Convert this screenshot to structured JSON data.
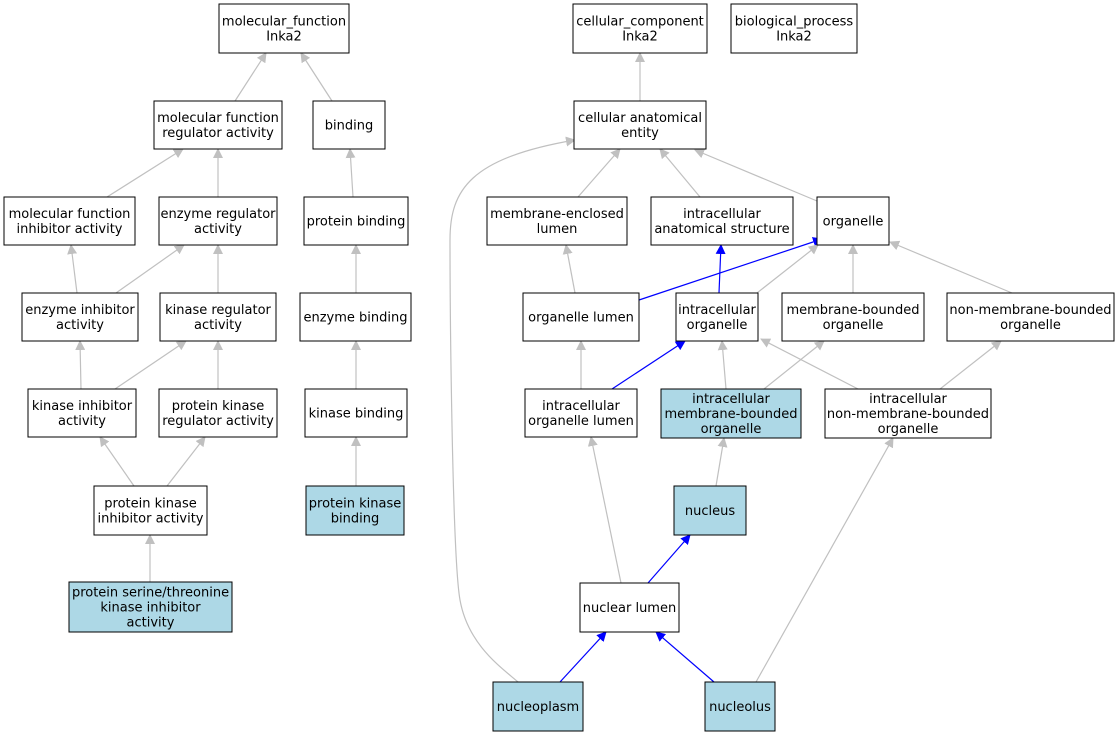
{
  "colors": {
    "highlight_fill": "#add8e6",
    "default_fill": "#ffffff",
    "edge_default": "#c0c0c0",
    "edge_highlight": "#0000ff"
  },
  "nodes": [
    {
      "id": "mf_root",
      "lines": [
        "molecular_function",
        "Inka2"
      ],
      "highlight": false
    },
    {
      "id": "cc_root",
      "lines": [
        "cellular_component",
        "Inka2"
      ],
      "highlight": false
    },
    {
      "id": "bp_root",
      "lines": [
        "biological_process",
        "Inka2"
      ],
      "highlight": false
    },
    {
      "id": "mf_reg",
      "lines": [
        "molecular function",
        "regulator activity"
      ],
      "highlight": false
    },
    {
      "id": "binding",
      "lines": [
        "binding"
      ],
      "highlight": false
    },
    {
      "id": "cae",
      "lines": [
        "cellular anatomical",
        "entity"
      ],
      "highlight": false
    },
    {
      "id": "mf_inhib",
      "lines": [
        "molecular function",
        "inhibitor activity"
      ],
      "highlight": false
    },
    {
      "id": "enz_reg",
      "lines": [
        "enzyme regulator",
        "activity"
      ],
      "highlight": false
    },
    {
      "id": "prot_bind",
      "lines": [
        "protein binding"
      ],
      "highlight": false
    },
    {
      "id": "mem_lumen",
      "lines": [
        "membrane-enclosed",
        "lumen"
      ],
      "highlight": false
    },
    {
      "id": "ic_anat",
      "lines": [
        "intracellular",
        "anatomical structure"
      ],
      "highlight": false
    },
    {
      "id": "organelle",
      "lines": [
        "organelle"
      ],
      "highlight": false
    },
    {
      "id": "enz_inhib",
      "lines": [
        "enzyme inhibitor",
        "activity"
      ],
      "highlight": false
    },
    {
      "id": "kin_reg",
      "lines": [
        "kinase regulator",
        "activity"
      ],
      "highlight": false
    },
    {
      "id": "enz_bind",
      "lines": [
        "enzyme binding"
      ],
      "highlight": false
    },
    {
      "id": "org_lumen",
      "lines": [
        "organelle lumen"
      ],
      "highlight": false
    },
    {
      "id": "ic_org",
      "lines": [
        "intracellular",
        "organelle"
      ],
      "highlight": false
    },
    {
      "id": "mb_org",
      "lines": [
        "membrane-bounded",
        "organelle"
      ],
      "highlight": false
    },
    {
      "id": "nmb_org",
      "lines": [
        "non-membrane-bounded",
        "organelle"
      ],
      "highlight": false
    },
    {
      "id": "kin_inhib",
      "lines": [
        "kinase inhibitor",
        "activity"
      ],
      "highlight": false
    },
    {
      "id": "pk_reg",
      "lines": [
        "protein kinase",
        "regulator activity"
      ],
      "highlight": false
    },
    {
      "id": "kin_bind",
      "lines": [
        "kinase binding"
      ],
      "highlight": false
    },
    {
      "id": "ic_org_lumen",
      "lines": [
        "intracellular",
        "organelle lumen"
      ],
      "highlight": false
    },
    {
      "id": "ic_mb_org",
      "lines": [
        "intracellular",
        "membrane-bounded",
        "organelle"
      ],
      "highlight": true
    },
    {
      "id": "ic_nmb_org",
      "lines": [
        "intracellular",
        "non-membrane-bounded",
        "organelle"
      ],
      "highlight": false
    },
    {
      "id": "pk_inhib",
      "lines": [
        "protein kinase",
        "inhibitor activity"
      ],
      "highlight": false
    },
    {
      "id": "pk_bind",
      "lines": [
        "protein kinase",
        "binding"
      ],
      "highlight": true
    },
    {
      "id": "nucleus",
      "lines": [
        "nucleus"
      ],
      "highlight": true
    },
    {
      "id": "st_pk_inhib",
      "lines": [
        "protein serine/threonine",
        "kinase inhibitor",
        "activity"
      ],
      "highlight": true
    },
    {
      "id": "nuc_lumen",
      "lines": [
        "nuclear lumen"
      ],
      "highlight": false
    },
    {
      "id": "nucleoplasm",
      "lines": [
        "nucleoplasm"
      ],
      "highlight": true
    },
    {
      "id": "nucleolus",
      "lines": [
        "nucleolus"
      ],
      "highlight": true
    }
  ],
  "edges": [
    {
      "from": "mf_reg",
      "to": "mf_root",
      "highlight": false
    },
    {
      "from": "binding",
      "to": "mf_root",
      "highlight": false
    },
    {
      "from": "mf_inhib",
      "to": "mf_reg",
      "highlight": false
    },
    {
      "from": "enz_reg",
      "to": "mf_reg",
      "highlight": false
    },
    {
      "from": "prot_bind",
      "to": "binding",
      "highlight": false
    },
    {
      "from": "enz_inhib",
      "to": "mf_inhib",
      "highlight": false
    },
    {
      "from": "enz_inhib",
      "to": "enz_reg",
      "highlight": false
    },
    {
      "from": "kin_reg",
      "to": "enz_reg",
      "highlight": false
    },
    {
      "from": "enz_bind",
      "to": "prot_bind",
      "highlight": false
    },
    {
      "from": "kin_inhib",
      "to": "enz_inhib",
      "highlight": false
    },
    {
      "from": "kin_inhib",
      "to": "kin_reg",
      "highlight": false
    },
    {
      "from": "pk_reg",
      "to": "kin_reg",
      "highlight": false
    },
    {
      "from": "kin_bind",
      "to": "enz_bind",
      "highlight": false
    },
    {
      "from": "pk_inhib",
      "to": "kin_inhib",
      "highlight": false
    },
    {
      "from": "pk_inhib",
      "to": "pk_reg",
      "highlight": false
    },
    {
      "from": "pk_bind",
      "to": "kin_bind",
      "highlight": false
    },
    {
      "from": "st_pk_inhib",
      "to": "pk_inhib",
      "highlight": false
    },
    {
      "from": "cae",
      "to": "cc_root",
      "highlight": false
    },
    {
      "from": "mem_lumen",
      "to": "cae",
      "highlight": false
    },
    {
      "from": "ic_anat",
      "to": "cae",
      "highlight": false
    },
    {
      "from": "organelle",
      "to": "cae",
      "highlight": false
    },
    {
      "from": "org_lumen",
      "to": "mem_lumen",
      "highlight": false
    },
    {
      "from": "org_lumen",
      "to": "organelle",
      "highlight": true
    },
    {
      "from": "ic_org",
      "to": "ic_anat",
      "highlight": true
    },
    {
      "from": "ic_org",
      "to": "organelle",
      "highlight": false
    },
    {
      "from": "mb_org",
      "to": "organelle",
      "highlight": false
    },
    {
      "from": "nmb_org",
      "to": "organelle",
      "highlight": false
    },
    {
      "from": "ic_org_lumen",
      "to": "org_lumen",
      "highlight": false
    },
    {
      "from": "ic_org_lumen",
      "to": "ic_org",
      "highlight": true
    },
    {
      "from": "ic_mb_org",
      "to": "ic_org",
      "highlight": false
    },
    {
      "from": "ic_mb_org",
      "to": "mb_org",
      "highlight": false
    },
    {
      "from": "ic_nmb_org",
      "to": "ic_org",
      "highlight": false
    },
    {
      "from": "ic_nmb_org",
      "to": "nmb_org",
      "highlight": false
    },
    {
      "from": "nucleus",
      "to": "ic_mb_org",
      "highlight": false
    },
    {
      "from": "nuc_lumen",
      "to": "ic_org_lumen",
      "highlight": false
    },
    {
      "from": "nuc_lumen",
      "to": "nucleus",
      "highlight": true
    },
    {
      "from": "nucleoplasm",
      "to": "nuc_lumen",
      "highlight": true
    },
    {
      "from": "nucleolus",
      "to": "nuc_lumen",
      "highlight": true
    },
    {
      "from": "nucleolus",
      "to": "ic_nmb_org",
      "highlight": false
    },
    {
      "from": "nucleoplasm",
      "to": "cae",
      "highlight": false
    }
  ]
}
